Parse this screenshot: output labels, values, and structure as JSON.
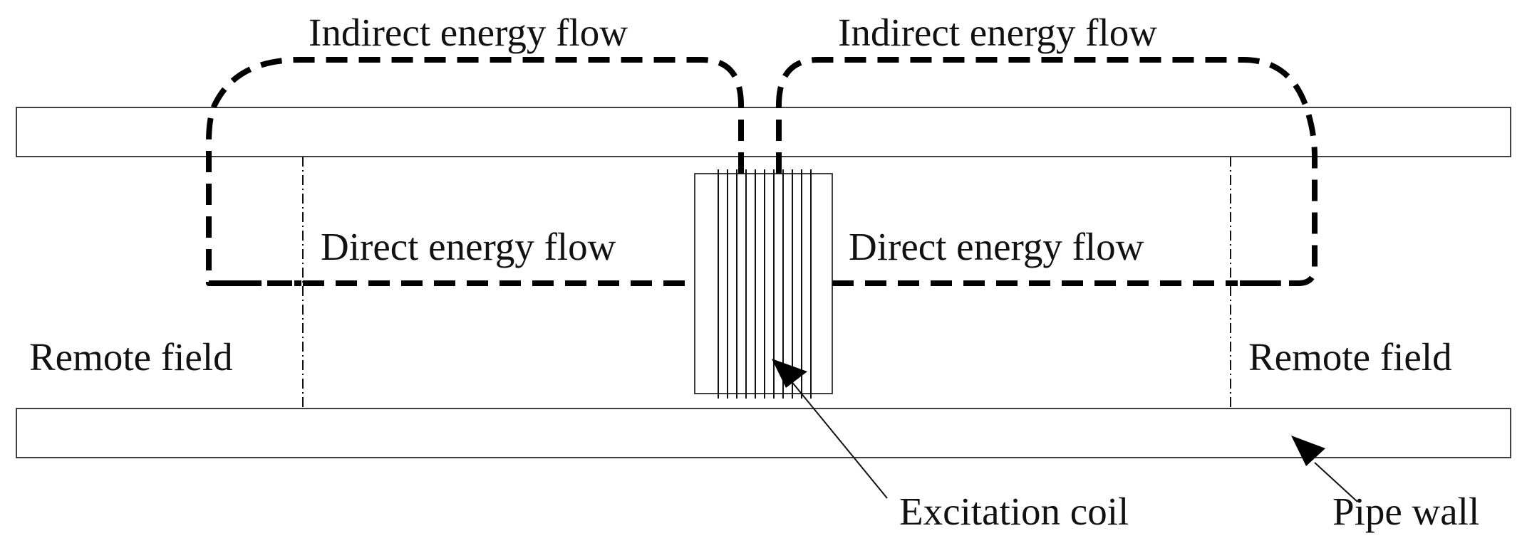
{
  "labels": {
    "indirect_left": "Indirect energy flow",
    "indirect_right": "Indirect energy flow",
    "direct_left": "Direct energy flow",
    "direct_right": "Direct energy flow",
    "remote_left": "Remote field",
    "remote_right": "Remote field",
    "coil": "Excitation coil",
    "pipe_wall": "Pipe wall"
  }
}
